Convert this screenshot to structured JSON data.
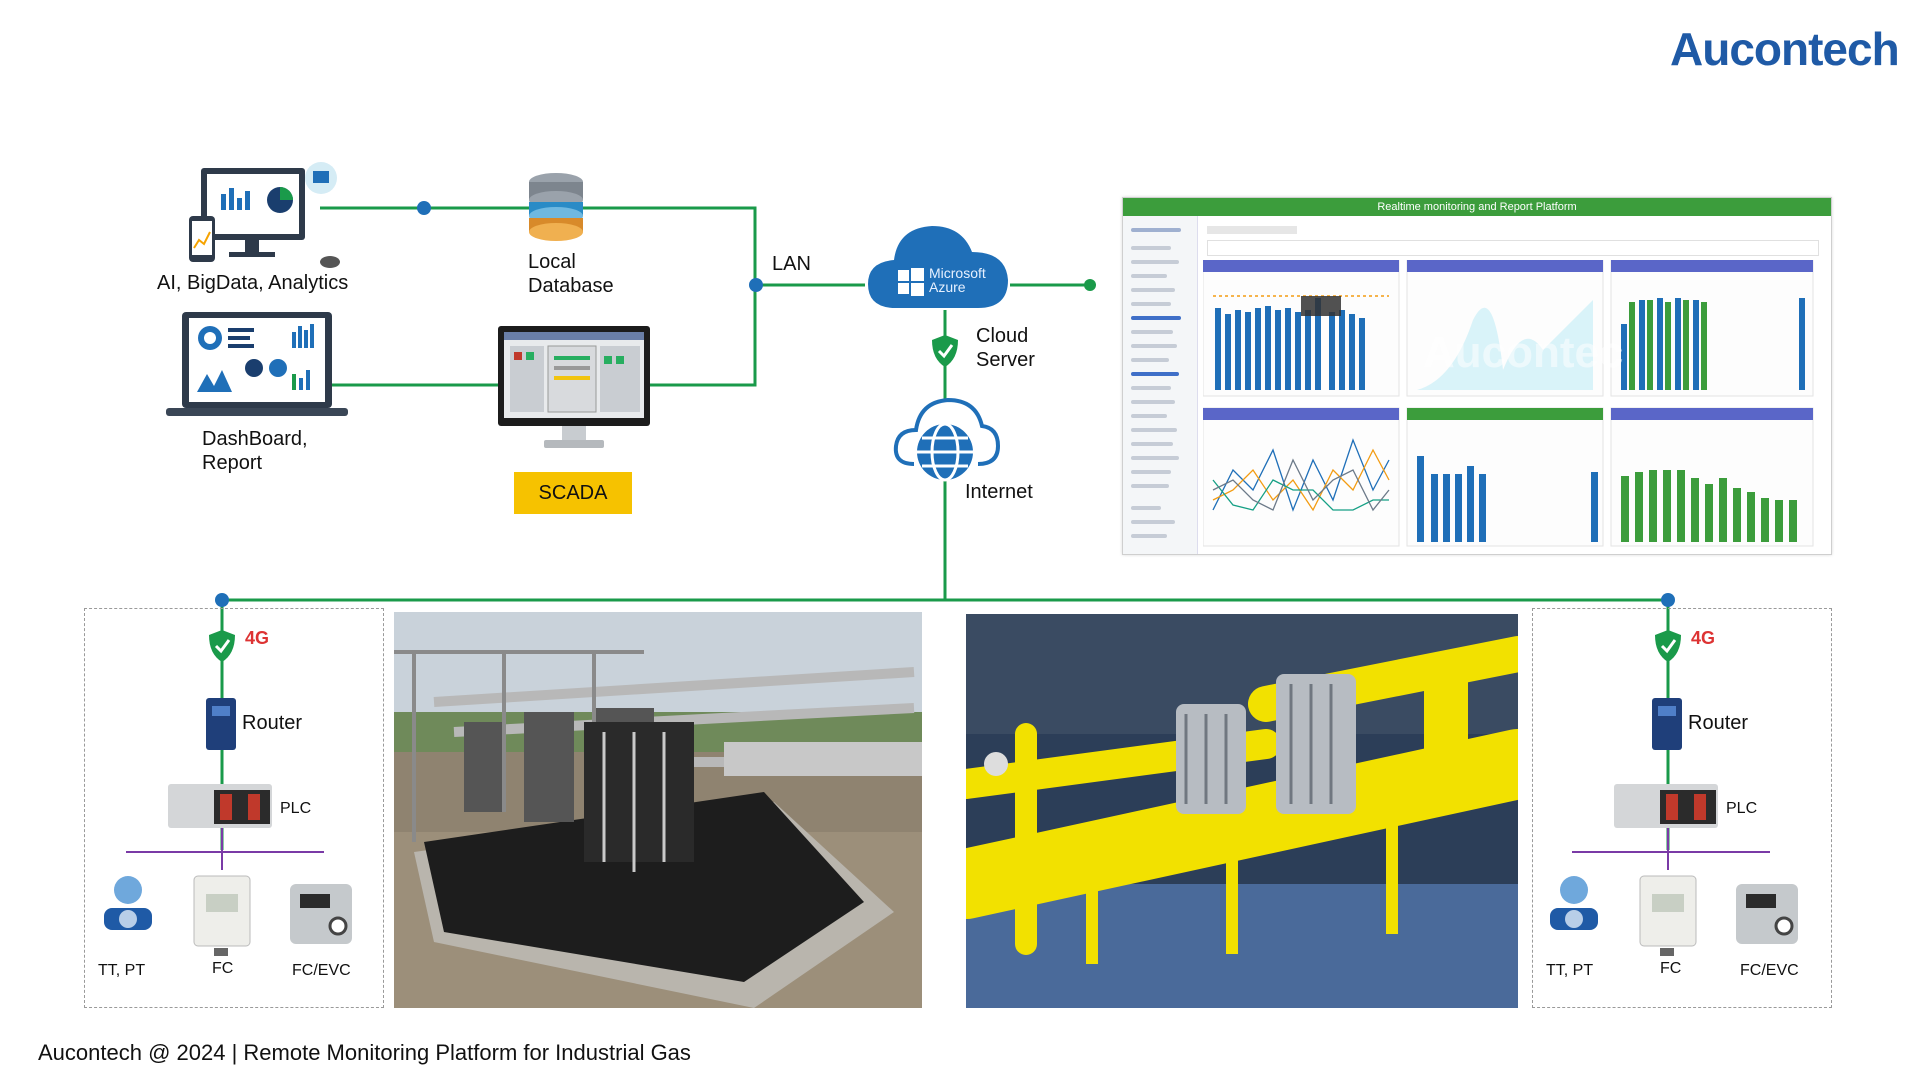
{
  "brand": {
    "logo": "Aucontech"
  },
  "labels": {
    "analytics": "AI, BigData, Analytics",
    "local_db": "Local\nDatabase",
    "lan": "LAN",
    "dashboard": "DashBoard,\nReport",
    "scada": "SCADA",
    "cloud": "Cloud\nServer",
    "internet": "Internet",
    "azure": "Microsoft\nAzure"
  },
  "dashboard_panel": {
    "title": "Realtime monitoring and Report Platform",
    "watermark": "Aucontec"
  },
  "sites": [
    {
      "router": "Router",
      "plc": "PLC",
      "net": "4G",
      "devices": [
        "TT, PT",
        "FC",
        "FC/EVC"
      ]
    },
    {
      "router": "Router",
      "plc": "PLC",
      "net": "4G",
      "devices": [
        "TT, PT",
        "FC",
        "FC/EVC"
      ]
    }
  ],
  "footer": "Aucontech @ 2024 | Remote Monitoring Platform for Industrial Gas",
  "colors": {
    "link_green": "#1a9a4a",
    "node_blue": "#1f6fb8",
    "brand_blue": "#1f5aa6",
    "scada_yellow": "#f6c200",
    "bus_purple": "#7a3aa6"
  }
}
